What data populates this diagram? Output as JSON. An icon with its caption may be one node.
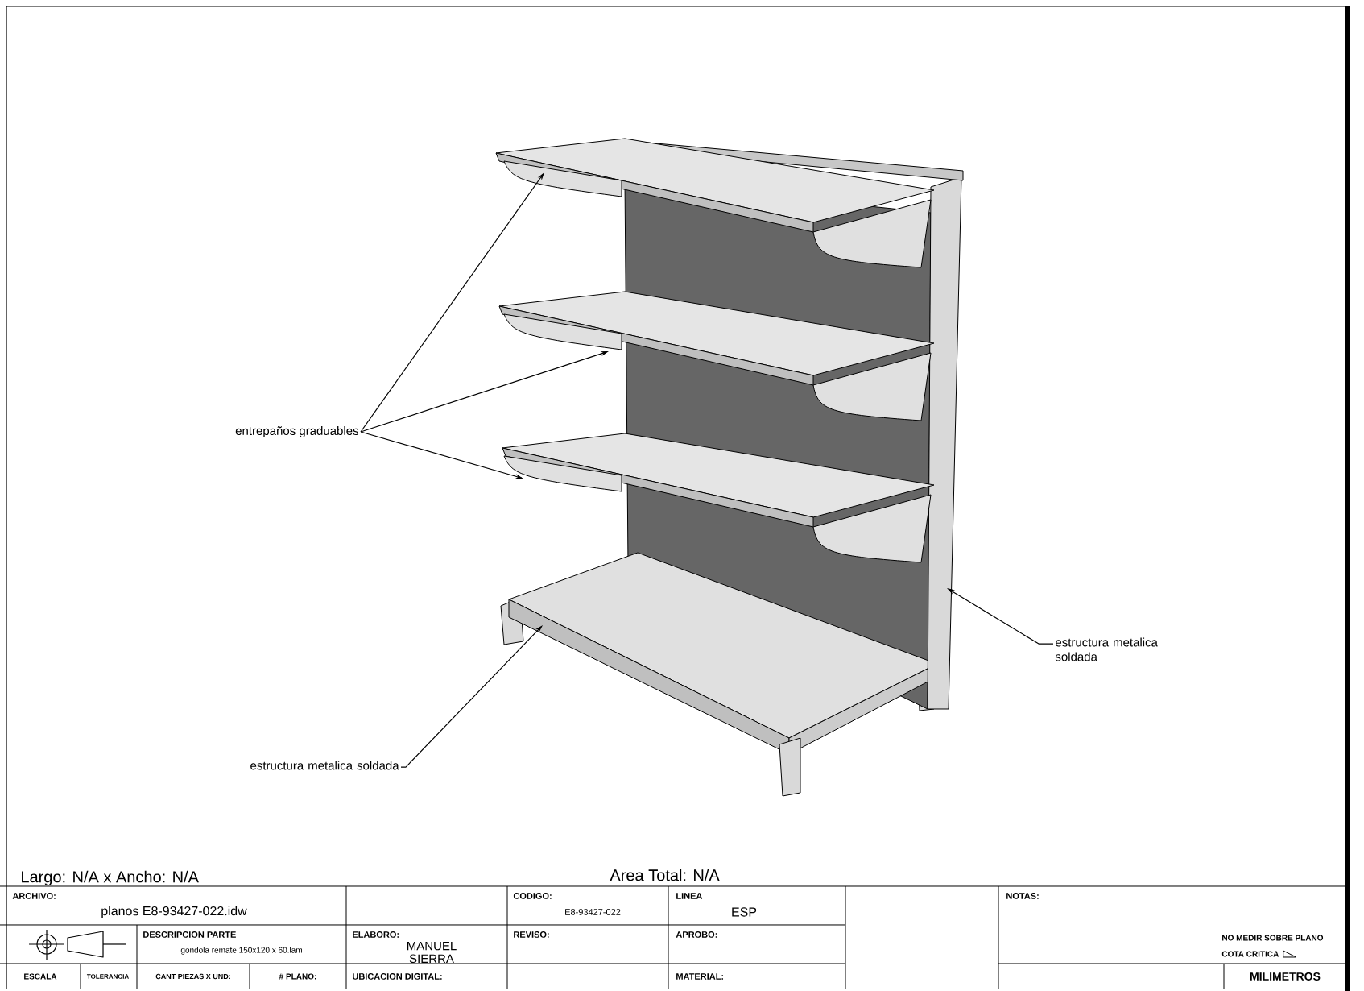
{
  "diagram": {
    "nodes": [
      {
        "text": [
          "entrepaños graduables"
        ]
      },
      {
        "text": [
          "estructura metalica soldada"
        ]
      },
      {
        "text": [
          "estructura metalica soldada"
        ]
      }
    ],
    "edges": [
      {
        "from": 0,
        "to": null,
        "arrow": "to"
      },
      {
        "from": 0,
        "to": null,
        "arrow": "to"
      },
      {
        "from": 0,
        "to": null,
        "arrow": "to"
      },
      {
        "from": 1,
        "to": null,
        "arrow": "to"
      },
      {
        "from": 2,
        "to": null,
        "arrow": "to"
      }
    ],
    "labels": [
      "Largo: N/A x Ancho: N/A",
      "Area Total: N/A",
      "ARCHIVO:",
      "planos E8-93427-022.idw",
      "CODIGO:",
      "E8-93427-022",
      "LINEA",
      "ESP",
      "NOTAS:",
      "DESCRIPCION PARTE",
      "gondola remate 150x120 x 60.lam",
      "ELABORO:",
      "MANUEL SIERRA",
      "REVISO:",
      "APROBO:",
      "NO MEDIR SOBRE PLANO",
      "COTA CRITICA",
      "ESCALA",
      "TOLERANCIA",
      "CANT PIEZAS X UND:",
      "# PLANO:",
      "UBICACION DIGITAL:",
      "MATERIAL:",
      "MILIMETROS"
    ]
  }
}
